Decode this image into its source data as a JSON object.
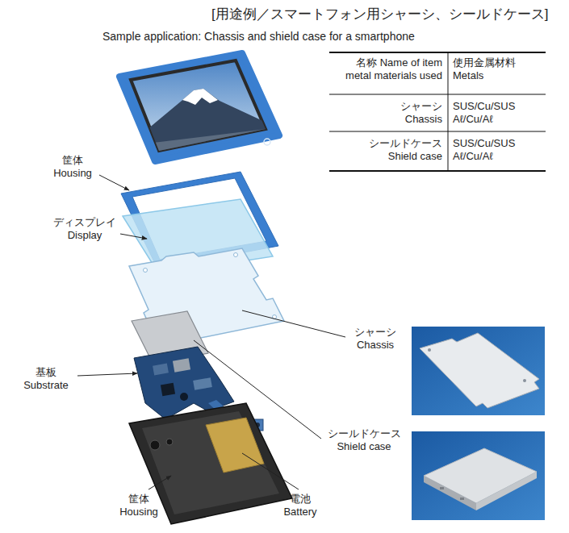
{
  "diagram": {
    "title": "[用途例／スマートフォン用シャーシ、シールドケース]",
    "labels": [
      "Sample application: Chassis and shield case for a smartphone",
      "名称 Name of item metal materials used",
      "使用金属材料 Metals",
      "シャーシ Chassis",
      "SUS/Cu/SUS Aℓ/Cu/Aℓ",
      "シールドケース Shield case",
      "SUS/Cu/SUS Aℓ/Cu/Aℓ",
      "筐体 Housing",
      "ディスプレイ Display",
      "シャーシ Chassis",
      "基板 Substrate",
      "シールドケース Shield case",
      "筐体 Housing",
      "電池 Battery"
    ]
  }
}
